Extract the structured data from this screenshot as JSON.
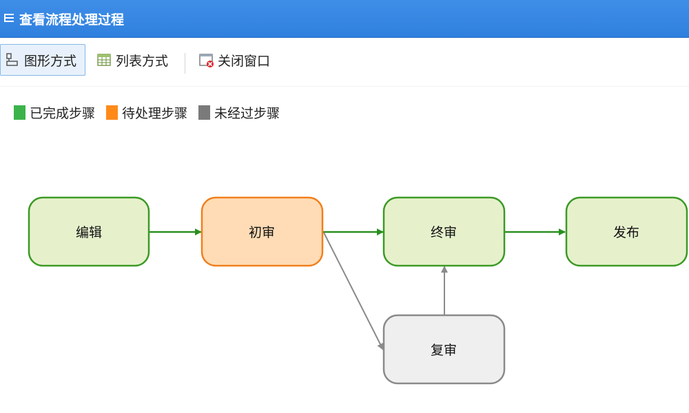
{
  "window": {
    "title": "查看流程处理过程",
    "title_icon": "list-icon"
  },
  "toolbar": {
    "graph_view_label": "图形方式",
    "list_view_label": "列表方式",
    "close_window_label": "关闭窗口"
  },
  "legend": [
    {
      "label": "已完成步骤",
      "color": "#3bb34a"
    },
    {
      "label": "待处理步骤",
      "color": "#ff8a1a"
    },
    {
      "label": "未经过步骤",
      "color": "#7a7a7a"
    }
  ],
  "flow": {
    "nodes": [
      {
        "id": "edit",
        "label": "编辑",
        "status": "completed"
      },
      {
        "id": "first_review",
        "label": "初审",
        "status": "pending"
      },
      {
        "id": "final_review",
        "label": "终审",
        "status": "completed"
      },
      {
        "id": "publish",
        "label": "发布",
        "status": "completed"
      },
      {
        "id": "re_review",
        "label": "复审",
        "status": "not_passed"
      }
    ],
    "edges": [
      {
        "from": "edit",
        "to": "first_review",
        "status": "completed"
      },
      {
        "from": "first_review",
        "to": "final_review",
        "status": "completed"
      },
      {
        "from": "final_review",
        "to": "publish",
        "status": "completed"
      },
      {
        "from": "first_review",
        "to": "re_review",
        "status": "not_passed"
      },
      {
        "from": "re_review",
        "to": "final_review",
        "status": "not_passed"
      }
    ]
  }
}
